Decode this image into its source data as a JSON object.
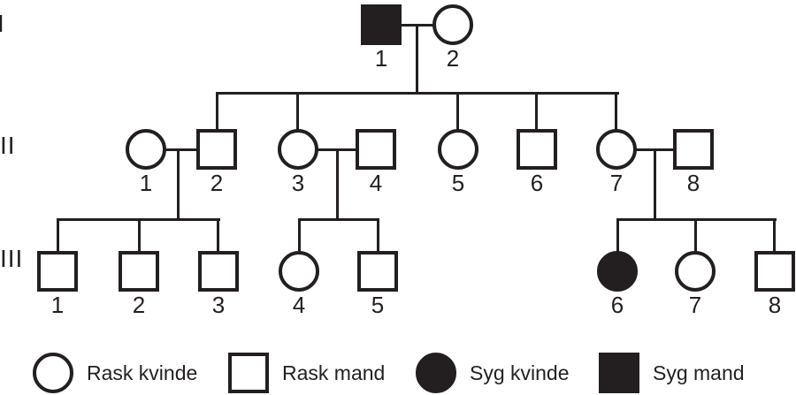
{
  "pedigree": {
    "generation_labels": [
      "I",
      "II",
      "III"
    ],
    "individuals": [
      {
        "key": "I-1",
        "generation": "I",
        "label": "1",
        "sex": "male",
        "status": "affected"
      },
      {
        "key": "I-2",
        "generation": "I",
        "label": "2",
        "sex": "female",
        "status": "healthy"
      },
      {
        "key": "II-1",
        "generation": "II",
        "label": "1",
        "sex": "female",
        "status": "healthy"
      },
      {
        "key": "II-2",
        "generation": "II",
        "label": "2",
        "sex": "male",
        "status": "healthy"
      },
      {
        "key": "II-3",
        "generation": "II",
        "label": "3",
        "sex": "female",
        "status": "healthy"
      },
      {
        "key": "II-4",
        "generation": "II",
        "label": "4",
        "sex": "male",
        "status": "healthy"
      },
      {
        "key": "II-5",
        "generation": "II",
        "label": "5",
        "sex": "female",
        "status": "healthy"
      },
      {
        "key": "II-6",
        "generation": "II",
        "label": "6",
        "sex": "male",
        "status": "healthy"
      },
      {
        "key": "II-7",
        "generation": "II",
        "label": "7",
        "sex": "female",
        "status": "healthy"
      },
      {
        "key": "II-8",
        "generation": "II",
        "label": "8",
        "sex": "male",
        "status": "healthy"
      },
      {
        "key": "III-1",
        "generation": "III",
        "label": "1",
        "sex": "male",
        "status": "healthy"
      },
      {
        "key": "III-2",
        "generation": "III",
        "label": "2",
        "sex": "male",
        "status": "healthy"
      },
      {
        "key": "III-3",
        "generation": "III",
        "label": "3",
        "sex": "male",
        "status": "healthy"
      },
      {
        "key": "III-4",
        "generation": "III",
        "label": "4",
        "sex": "female",
        "status": "healthy"
      },
      {
        "key": "III-5",
        "generation": "III",
        "label": "5",
        "sex": "male",
        "status": "healthy"
      },
      {
        "key": "III-6",
        "generation": "III",
        "label": "6",
        "sex": "female",
        "status": "affected"
      },
      {
        "key": "III-7",
        "generation": "III",
        "label": "7",
        "sex": "female",
        "status": "healthy"
      },
      {
        "key": "III-8",
        "generation": "III",
        "label": "8",
        "sex": "male",
        "status": "healthy"
      }
    ],
    "couples": [
      {
        "partners": [
          "I-1",
          "I-2"
        ],
        "children": [
          "II-2",
          "II-3",
          "II-5",
          "II-6",
          "II-7"
        ]
      },
      {
        "partners": [
          "II-1",
          "II-2"
        ],
        "children": [
          "III-1",
          "III-2",
          "III-3"
        ]
      },
      {
        "partners": [
          "II-3",
          "II-4"
        ],
        "children": [
          "III-4",
          "III-5"
        ]
      },
      {
        "partners": [
          "II-7",
          "II-8"
        ],
        "children": [
          "III-6",
          "III-7",
          "III-8"
        ]
      }
    ]
  },
  "legend": {
    "items": [
      {
        "symbol": "circle-open",
        "label": "Rask kvinde"
      },
      {
        "symbol": "square-open",
        "label": "Rask mand"
      },
      {
        "symbol": "circle-filled",
        "label": "Syg kvinde"
      },
      {
        "symbol": "square-filled",
        "label": "Syg mand"
      }
    ]
  },
  "colors": {
    "ink": "#231f20",
    "background": "#ffffff"
  }
}
